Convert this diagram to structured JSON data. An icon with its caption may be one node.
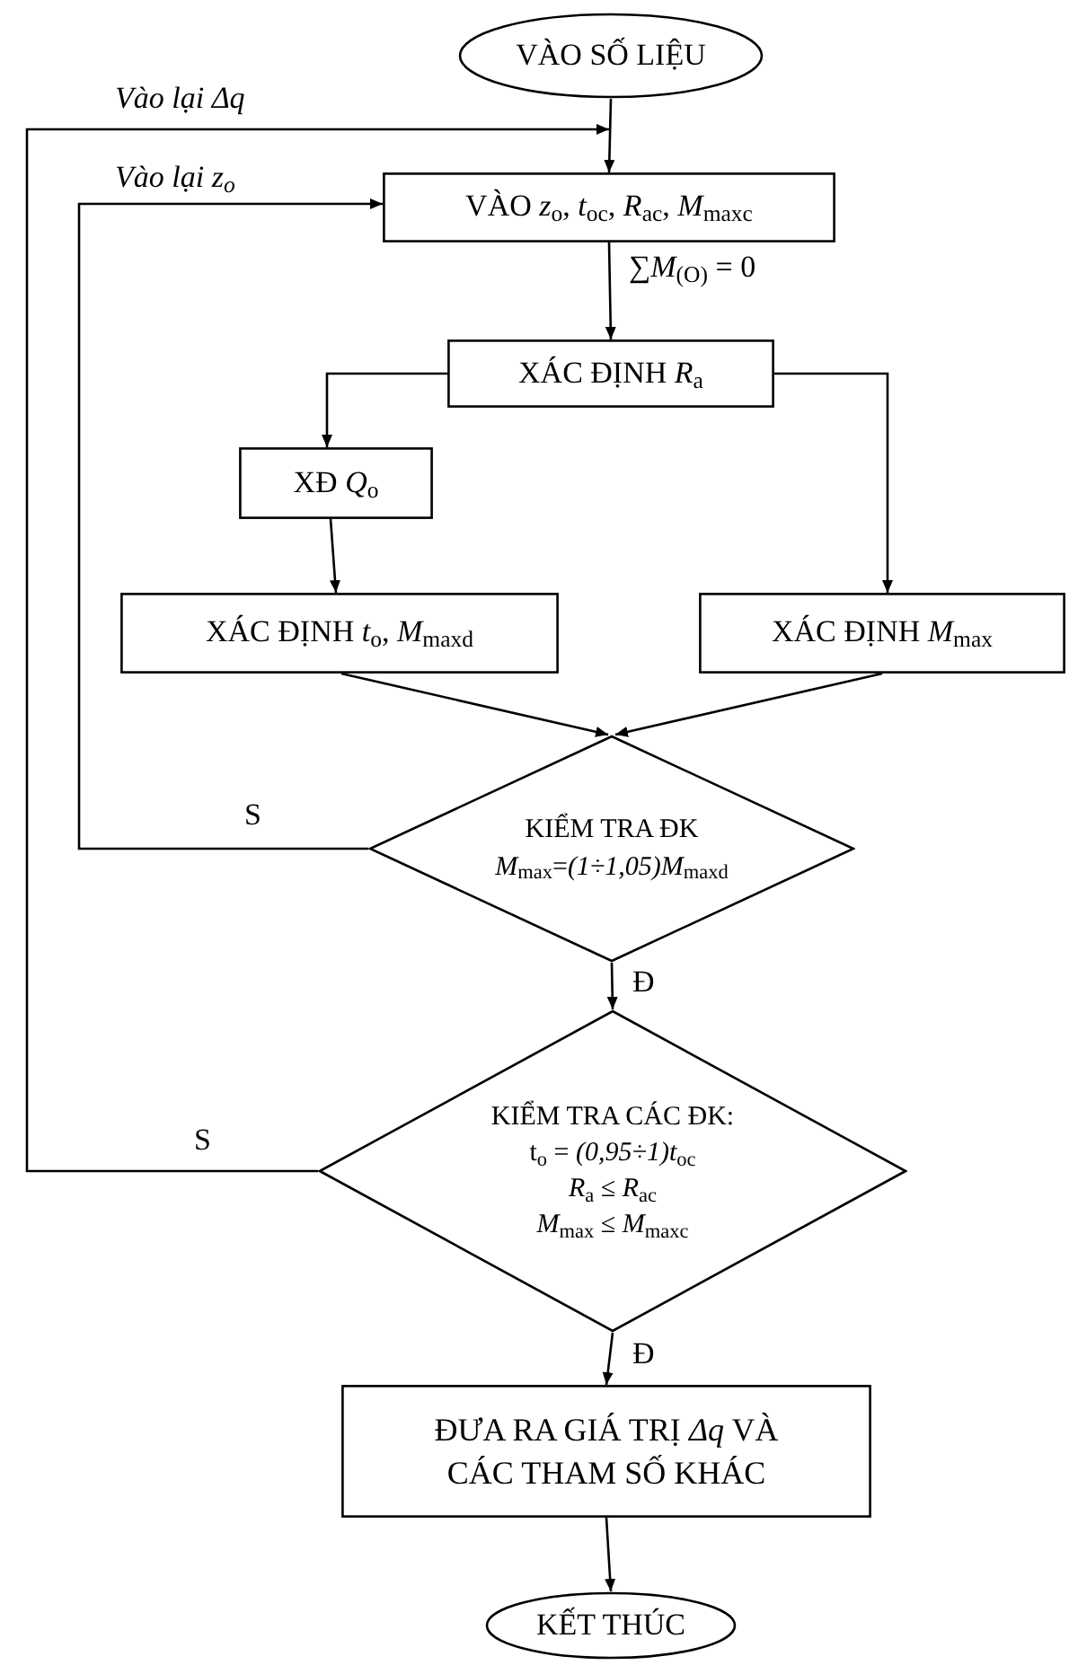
{
  "diagram": {
    "nodes": [
      {
        "text": [
          "VÀO SỐ LIỆU"
        ]
      },
      {
        "text": [
          "VÀO  *z*$_{o}$, *t*$_{oc}$, *R*$_{ac}$, *M*$_{maxc}$"
        ]
      },
      {
        "text": [
          "XÁC ĐỊNH *R*$_{a}$"
        ]
      },
      {
        "text": [
          "XĐ *Q*$_{o}$"
        ]
      },
      {
        "text": [
          "XÁC ĐỊNH *t*$_{o}$, *M*$_{maxd}$"
        ]
      },
      {
        "text": [
          "XÁC ĐỊNH *M*$_{max}$"
        ]
      },
      {
        "text": [
          "KIỂM TRA ĐK",
          "*M*$_{max}$=*(1÷1,05)M*$_{maxd}$"
        ]
      },
      {
        "text": [
          "KIỂM TRA CÁC ĐK:",
          "t$_{o}$ = *(0,95÷1)t*$_{oc}$",
          "*R*$_{a}$ ≤ *R*$_{ac}$",
          "*M*$_{max}$ ≤ *M*$_{maxc}$"
        ]
      },
      {
        "text": [
          "ĐƯA RA GIÁ TRỊ *Δq* VÀ CÁC THAM SỐ KHÁC"
        ]
      },
      {
        "text": [
          "KẾT THÚC"
        ]
      }
    ],
    "edges": [
      {
        "from": 0,
        "to": 1,
        "arrow": "to"
      },
      {
        "from": 1,
        "to": 2,
        "arrow": "to",
        "label": "∑*M*$_{(O)}$ = 0"
      },
      {
        "from": 2,
        "to": 3,
        "arrow": "to"
      },
      {
        "from": 2,
        "to": 5,
        "arrow": "to"
      },
      {
        "from": 3,
        "to": 4,
        "arrow": "to"
      },
      {
        "from": 4,
        "to": 6,
        "arrow": "to"
      },
      {
        "from": 5,
        "to": 6,
        "arrow": "to"
      },
      {
        "from": 6,
        "to": 7,
        "arrow": "to",
        "label": "Đ"
      },
      {
        "from": 6,
        "to": 1,
        "arrow": "to",
        "label": "S"
      },
      {
        "from": 7,
        "to": 1,
        "arrow": "to",
        "label": "S"
      },
      {
        "from": 7,
        "to": 8,
        "arrow": "to",
        "label": "Đ"
      },
      {
        "from": 8,
        "to": 9,
        "arrow": "to"
      }
    ],
    "labels": [
      "Vào lại Δq",
      "Vào lại z$_{o}$"
    ]
  }
}
